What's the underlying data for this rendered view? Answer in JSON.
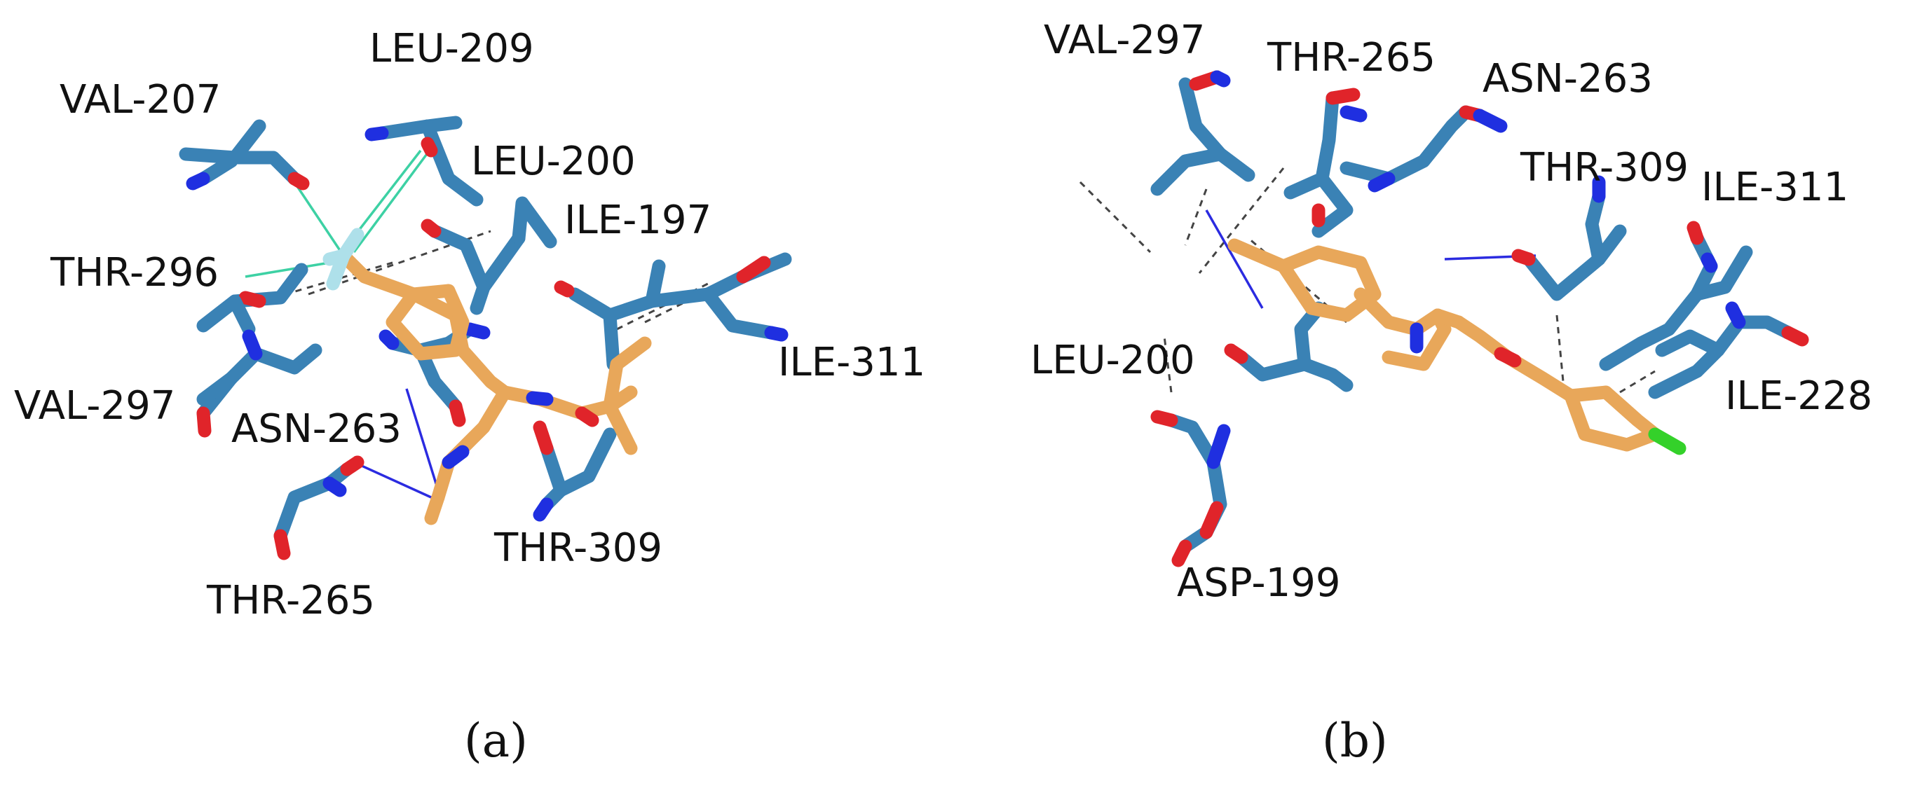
{
  "panels": [
    {
      "caption": "(a)",
      "labels": [
        "LEU-209",
        "VAL-207",
        "LEU-200",
        "ILE-197",
        "THR-296",
        "ILE-311",
        "VAL-297",
        "ASN-263",
        "THR-309",
        "THR-265"
      ]
    },
    {
      "caption": "(b)",
      "labels": [
        "VAL-297",
        "THR-265",
        "ASN-263",
        "THR-309",
        "ILE-311",
        "LEU-200",
        "ILE-228",
        "ASP-199"
      ]
    }
  ],
  "colors": {
    "carbon_residue": "#3a82b5",
    "carbon_ligand": "#e8a75a",
    "nitrogen": "#1f2fe0",
    "oxygen": "#e0242a",
    "chlorine": "#34d12a",
    "fluorine": "#aee0ea",
    "hbond_line": "#2b2be0",
    "halogen_contact_line": "#3dd1a4",
    "hydrophobic_dash": "#444444"
  }
}
